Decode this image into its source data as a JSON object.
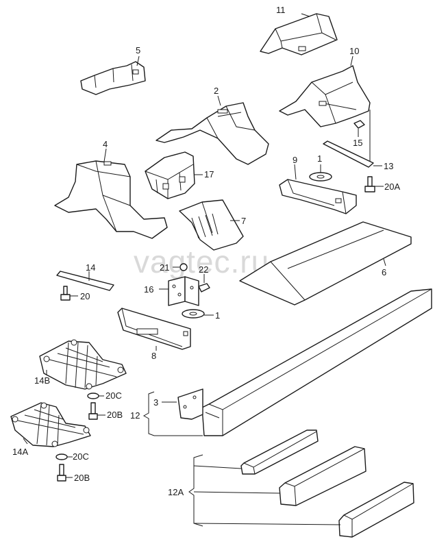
{
  "watermark": "vagtec.ru",
  "labels": {
    "p1a": "1",
    "p1b": "1",
    "p2": "2",
    "p3": "3",
    "p4": "4",
    "p5": "5",
    "p6": "6",
    "p7": "7",
    "p8": "8",
    "p9": "9",
    "p10": "10",
    "p11": "11",
    "p12": "12",
    "p12a": "12A",
    "p13": "13",
    "p14": "14",
    "p14a": "14A",
    "p14b": "14B",
    "p15": "15",
    "p16": "16",
    "p17": "17",
    "p20": "20",
    "p20a": "20A",
    "p20b1": "20B",
    "p20b2": "20B",
    "p20c1": "20C",
    "p20c2": "20C",
    "p21": "21",
    "p22": "22"
  }
}
